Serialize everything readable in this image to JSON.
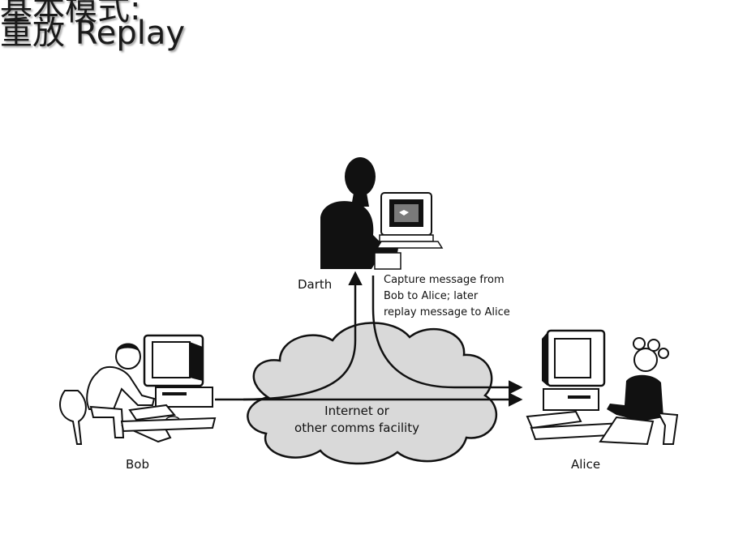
{
  "slide": {
    "title_top_partial": "基本模式:",
    "title": "重放 Replay"
  },
  "diagram": {
    "actors": {
      "attacker": "Darth",
      "sender": "Bob",
      "receiver": "Alice"
    },
    "annotation_lines": [
      "Capture message from",
      "Bob to Alice; later",
      "replay message to Alice"
    ],
    "cloud_lines": [
      "Internet or",
      "other comms facility"
    ]
  },
  "colors": {
    "ink": "#111111",
    "cloud_fill": "#d9d9d9",
    "screen": "#7a7a7a"
  }
}
